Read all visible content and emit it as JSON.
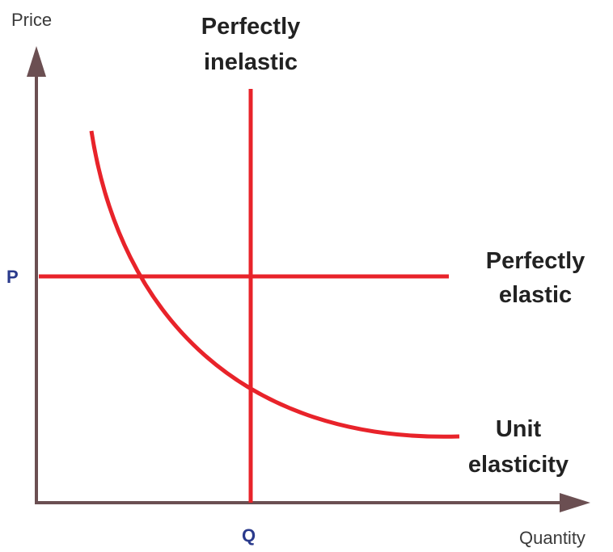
{
  "axes": {
    "y_label": "Price",
    "x_label": "Quantity",
    "p_mark": "P",
    "q_mark": "Q"
  },
  "curves": {
    "inelastic": {
      "line1": "Perfectly",
      "line2": "inelastic"
    },
    "elastic": {
      "line1": "Perfectly",
      "line2": "elastic"
    },
    "unit": {
      "line1": "Unit",
      "line2": "elasticity"
    }
  },
  "colors": {
    "curve": "#e8232a",
    "axis": "#6b4f52",
    "mark": "#2a3a8c"
  }
}
